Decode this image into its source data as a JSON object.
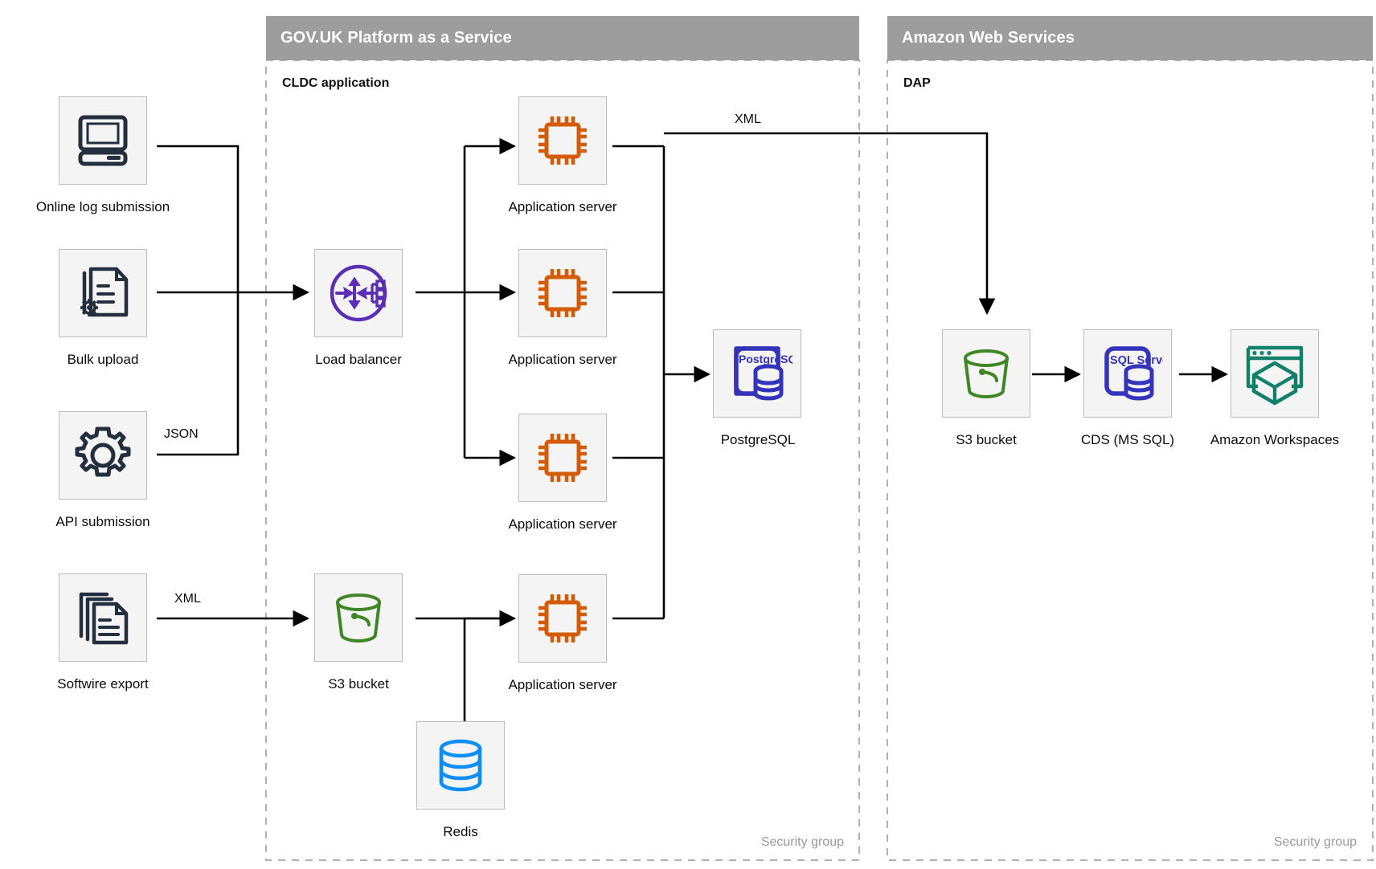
{
  "zones": [
    {
      "id": "paas",
      "title": "GOV.UK Platform as a Service",
      "subtitle": "CLDC application",
      "security_label": "Security group"
    },
    {
      "id": "aws",
      "title": "Amazon Web Services",
      "subtitle": "DAP",
      "security_label": "Security group"
    }
  ],
  "nodes": [
    {
      "id": "online-log-submission",
      "label": "Online log submission",
      "icon": "desktop-computer-icon",
      "color": "#232f3e"
    },
    {
      "id": "bulk-upload",
      "label": "Bulk upload",
      "icon": "document-gear-icon",
      "color": "#232f3e"
    },
    {
      "id": "api-submission",
      "label": "API submission",
      "icon": "gear-icon",
      "color": "#232f3e"
    },
    {
      "id": "softwire-export",
      "label": "Softwire export",
      "icon": "documents-stack-icon",
      "color": "#232f3e"
    },
    {
      "id": "load-balancer",
      "label": "Load balancer",
      "icon": "load-balancer-icon",
      "color": "#5a2fb5"
    },
    {
      "id": "s3-bucket-paas",
      "label": "S3 bucket",
      "icon": "bucket-icon",
      "color": "#3f8624"
    },
    {
      "id": "app-server-1",
      "label": "Application server",
      "icon": "cpu-chip-icon",
      "color": "#d45b07"
    },
    {
      "id": "app-server-2",
      "label": "Application server",
      "icon": "cpu-chip-icon",
      "color": "#d45b07"
    },
    {
      "id": "app-server-3",
      "label": "Application server",
      "icon": "cpu-chip-icon",
      "color": "#d45b07"
    },
    {
      "id": "app-server-4",
      "label": "Application server",
      "icon": "cpu-chip-icon",
      "color": "#d45b07"
    },
    {
      "id": "redis",
      "label": "Redis",
      "icon": "database-cylinder-icon",
      "color": "#0b8ef5"
    },
    {
      "id": "postgresql",
      "label": "PostgreSQL",
      "icon": "postgresql-icon",
      "color": "#3333bb",
      "badge": "PostgreSQL"
    },
    {
      "id": "s3-bucket-aws",
      "label": "S3 bucket",
      "icon": "bucket-icon",
      "color": "#3f8624"
    },
    {
      "id": "cds-ms-sql",
      "label": "CDS (MS SQL)",
      "icon": "sql-server-icon",
      "color": "#3333bb",
      "badge": "SQL Server"
    },
    {
      "id": "amazon-workspaces",
      "label": "Amazon Workspaces",
      "icon": "workspaces-cube-icon",
      "color": "#13816a"
    }
  ],
  "edge_labels": [
    {
      "id": "json-label",
      "text": "JSON"
    },
    {
      "id": "xml-softwire-label",
      "text": "XML"
    },
    {
      "id": "xml-dap-label",
      "text": "XML"
    }
  ],
  "colors": {
    "zone_header_bg": "#9d9d9d",
    "zone_header_text": "#ffffff",
    "node_bg": "#f4f4f4",
    "node_border": "#bdbdbd",
    "connector": "#000000",
    "dashed_border": "#b0b0b0",
    "text": "#0b0c0c",
    "muted_text": "#9a9a9a"
  }
}
